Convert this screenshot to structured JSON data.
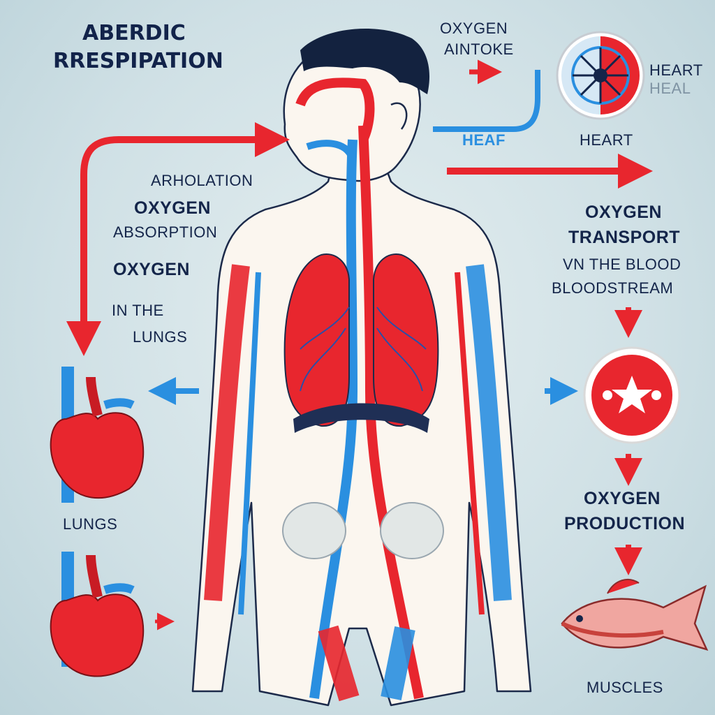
{
  "title": {
    "line1": "ABERDIC",
    "line2": "RRESPIPATION"
  },
  "labels": {
    "oxygen_top": "OXYGEN",
    "aintoke": "AINTOKE",
    "heart_badge_1": "HEART",
    "heart_badge_2": "HEAL",
    "heart_blue": "HEAF",
    "heart": "HEART",
    "arholation": "ARHOLATION",
    "oxygen_absorption_1": "OXYGEN",
    "oxygen_absorption_2": "ABSORPTION",
    "oxygen_lungs_1": "OXYGEN",
    "in_the": "IN THE",
    "lungs_left": "LUNGS",
    "oxygen_transport_1": "OXYGEN",
    "oxygen_transport_2": "TRANSPORT",
    "oxygen_transport_3": "VN THE BLOOD",
    "bloodstream": "BLOODSTREAM",
    "lungs_bottom": "LUNGS",
    "oxygen_production_1": "OXYGEN",
    "oxygen_production_2": "PRODUCTION",
    "muscles": "MUSCLES"
  },
  "colors": {
    "artery_red": "#e8262e",
    "vein_blue": "#2a8fe0",
    "ink_navy": "#14254a",
    "skin": "#fbf6ef"
  },
  "icons": [
    "heart-icon",
    "fish-icon",
    "cell-icon",
    "compass-icon",
    "arrow-icon"
  ]
}
